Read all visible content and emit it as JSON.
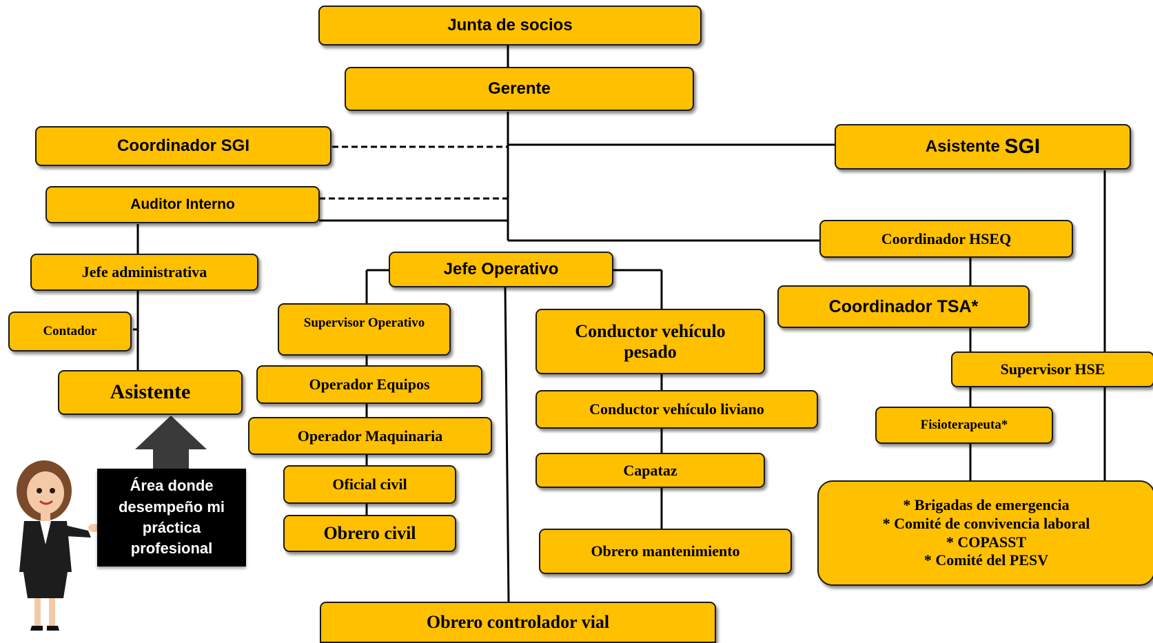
{
  "diagram": {
    "nodes": {
      "junta": "Junta de socios",
      "gerente": "Gerente",
      "coord_sgi": "Coordinador SGI",
      "asistente_sgi_prefix": "Asistente ",
      "asistente_sgi_suffix": "SGI",
      "auditor": "Auditor Interno",
      "coord_hseq": "Coordinador HSEQ",
      "jefe_admin": "Jefe administrativa",
      "jefe_operativo": "Jefe Operativo",
      "contador": "Contador",
      "asistente": "Asistente",
      "supervisor_operativo": "Supervisor Operativo",
      "operador_equipos": "Operador Equipos",
      "operador_maquinaria": "Operador Maquinaria",
      "oficial_civil": "Oficial civil",
      "obrero_civil": "Obrero civil",
      "conductor_pesado_l1": "Conductor vehículo",
      "conductor_pesado_l2": "pesado",
      "conductor_liviano": "Conductor vehículo liviano",
      "capataz": "Capataz",
      "obrero_mantenimiento": "Obrero mantenimiento",
      "coord_tsa": "Coordinador TSA*",
      "supervisor_hse": "Supervisor HSE",
      "fisioterapeuta": "Fisioterapeuta*",
      "obrero_vial": "Obrero controlador vial",
      "committees": [
        "* Brigadas de emergencia",
        "* Comité de convivencia laboral",
        "* COPASST",
        "* Comité del PESV"
      ]
    },
    "callout": {
      "lines": [
        "Área donde",
        "desempeño mi",
        "práctica",
        "profesional"
      ]
    },
    "colors": {
      "box_fill": "#FFC000",
      "box_border": "#1a1a1a",
      "callout_bg": "#000000",
      "arrow": "#3a3a3a"
    }
  }
}
